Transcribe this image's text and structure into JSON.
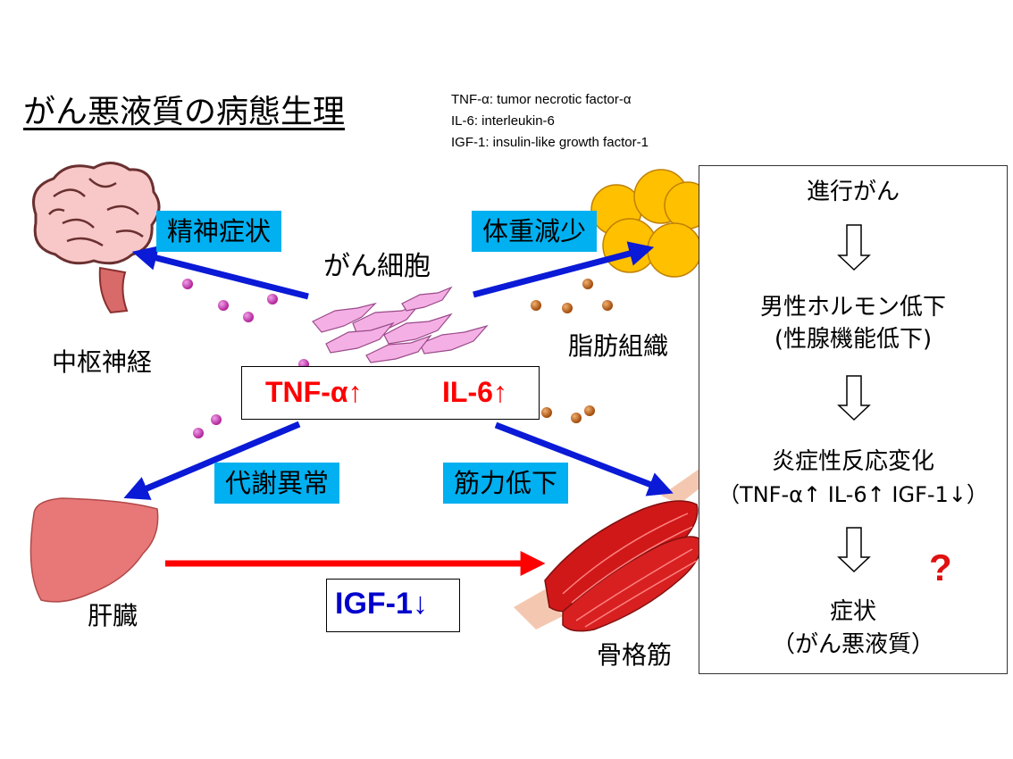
{
  "title": "がん悪液質の病態生理",
  "abbreviations": [
    "TNF-α: tumor necrotic factor-α",
    "IL-6: interleukin-6",
    "IGF-1: insulin-like growth factor-1"
  ],
  "center": {
    "label": "がん細胞"
  },
  "organs": {
    "brain": "中枢神経",
    "fat": "脂肪組織",
    "liver": "肝臓",
    "muscle": "骨格筋"
  },
  "effects": {
    "psychiatric": "精神症状",
    "weight_loss": "体重減少",
    "metabolic": "代謝異常",
    "muscle_weakness": "筋力低下"
  },
  "cytokines": {
    "tnf": "TNF-α↑",
    "il6": "IL-6↑"
  },
  "igf": {
    "label": "IGF-1↓"
  },
  "flow": {
    "step1": "進行がん",
    "step2_line1": "男性ホルモン低下",
    "step2_line2": "(性腺機能低下)",
    "step3_line1": "炎症性反応変化",
    "step3_line2": "（TNF-α↑ IL-6↑ IGF-1↓）",
    "step4_line1": "症状",
    "step4_line2": "（がん悪液質）",
    "question": "?"
  },
  "colors": {
    "effect_box": "#00b0f0",
    "cytokine_text": "#ff0000",
    "igf_text": "#0000cc",
    "blue_arrow": "#0a1ad6",
    "red_arrow": "#ff0000",
    "particle_magenta": "#c030b0",
    "particle_orange": "#c06010"
  }
}
